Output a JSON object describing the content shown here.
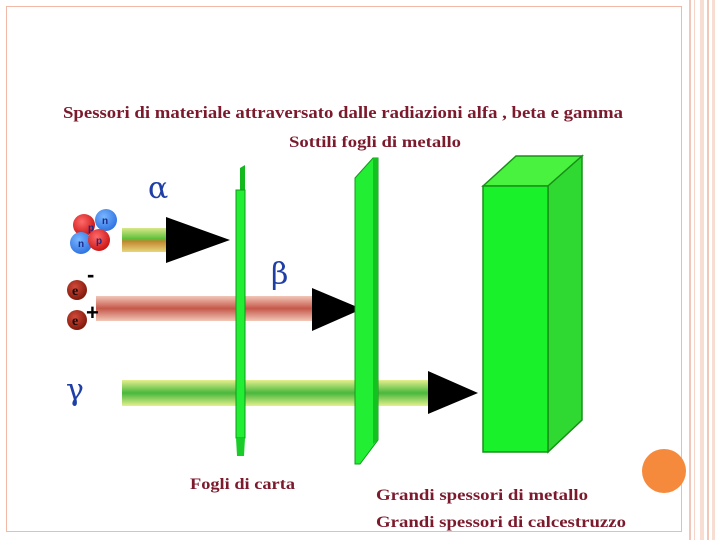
{
  "title": "Spessori di materiale attraversato dalle radiazioni alfa , beta e gamma",
  "labels": {
    "thin_metal": "Sottili fogli di metallo",
    "paper": "Fogli di carta",
    "thick_metal": "Grandi spessori di metallo",
    "thick_concrete": "Grandi spessori di calcestruzzo"
  },
  "symbols": {
    "alpha": "α",
    "beta": "β",
    "gamma": "γ"
  },
  "particles": {
    "alpha_nucleus": [
      "n",
      "p",
      "n",
      "p"
    ],
    "electron": "e",
    "electron_charge": "-",
    "positron": "e",
    "positron_charge": "+"
  },
  "colors": {
    "title": "#7b1a2c",
    "greek": "#1f3fa6",
    "barrier": "#22ee33",
    "arrow_head": "#000000",
    "orange_dot": "#f58a3d",
    "frame": "#f2b9a6"
  }
}
